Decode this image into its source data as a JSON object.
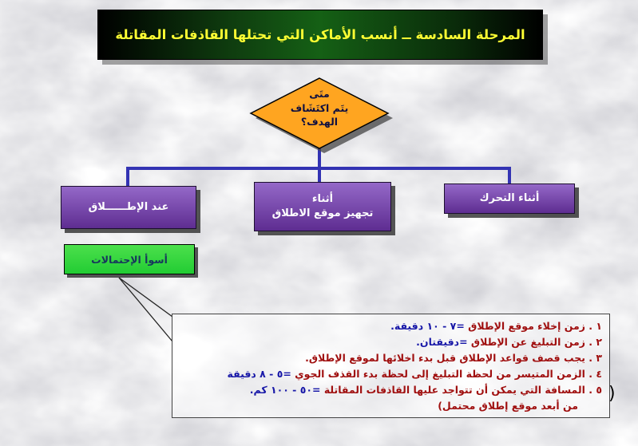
{
  "colors": {
    "line-blue": "#3333b3",
    "diamond-orange": "#ffa520",
    "title-yellow": "#ffff33",
    "purple-top": "#9468c8",
    "purple-bottom": "#5e2d91",
    "green": "#22cc33",
    "maroon": "#a01010",
    "value-blue": "#1818a8",
    "navy-text": "#17365d"
  },
  "title": {
    "text": "المرحلة السادسة ــ أنسب الأماكن التي تحتلها القاذفات المقاتلة"
  },
  "decision": {
    "text": "متَى\nيتَم اكتَشَاف\nالهدف؟"
  },
  "nodes": {
    "moving": {
      "label": "أثناء التحرك"
    },
    "preparing": {
      "label": "أثناء\nتجهيز موقع الاطلاق"
    },
    "launch": {
      "label": "عند الإطــــــلاق"
    },
    "worst_case": {
      "label": "أسوأ الإحتمالات"
    }
  },
  "notes": {
    "items": [
      {
        "indent": false,
        "segments": [
          {
            "text": "١ . زمن إخلاء موقع الإطلاق  ",
            "color": "maroon"
          },
          {
            "text": "=٧ - ١٠ دقيقة.",
            "color": "blue"
          }
        ]
      },
      {
        "indent": false,
        "segments": [
          {
            "text": "٢ . زمن التبليغ عن الإطلاق  ",
            "color": "maroon"
          },
          {
            "text": "=دقيقتان.",
            "color": "blue"
          }
        ]
      },
      {
        "indent": false,
        "segments": [
          {
            "text": "٣ . يجب قصف قواعد الإطلاق قبل بدء اخلائها لموقع الإطلاق.",
            "color": "maroon"
          }
        ]
      },
      {
        "indent": false,
        "segments": [
          {
            "text": "٤ .  الزمن المتيسر من لحظة التبليغ إلى لحظة بدء القذف الجوي ",
            "color": "maroon"
          },
          {
            "text": "=٥ - ٨ دقيقة",
            "color": "blue"
          }
        ]
      },
      {
        "indent": false,
        "segments": [
          {
            "text": "٥ . المسافة التي يمكن أن تتواجد عليها القاذفات المقاتلة ",
            "color": "maroon"
          },
          {
            "text": "=٥٠ - ١٠٠ كم.",
            "color": "blue"
          }
        ]
      },
      {
        "indent": true,
        "segments": [
          {
            "text": "من أبعد موقع إطلاق محتمل)",
            "color": "maroon"
          }
        ]
      }
    ]
  },
  "footer": {
    "paren": ")"
  }
}
